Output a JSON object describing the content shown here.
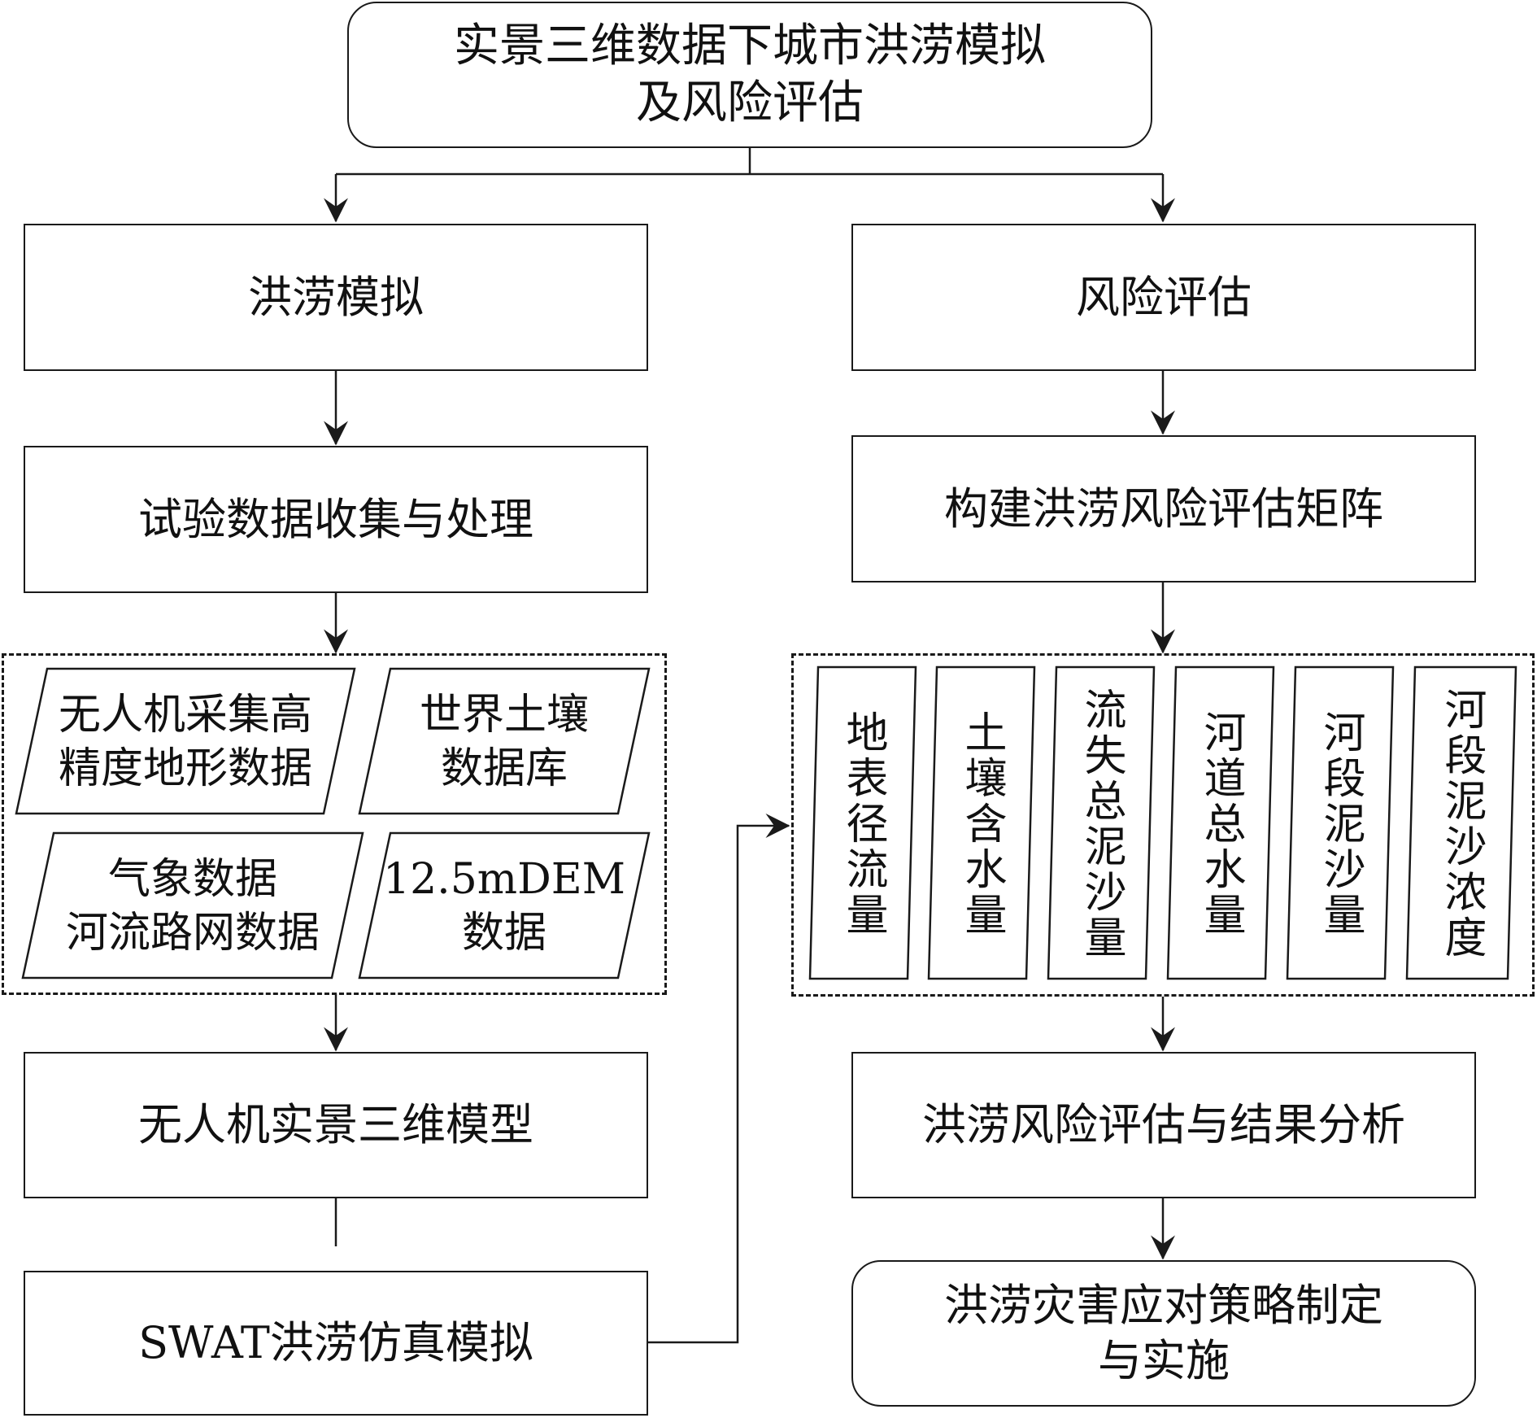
{
  "top": {
    "title": "实景三维数据下城市洪涝模拟\n及风险评估"
  },
  "left": {
    "flood_sim": "洪涝模拟",
    "data_collect": "试验数据收集与处理",
    "data_sources": [
      {
        "label": "无人机采集高\n精度地形数据"
      },
      {
        "label": "世界土壤\n数据库"
      },
      {
        "label": "气象数据\n河流路网数据"
      },
      {
        "label": "12.5mDEM\n数据"
      }
    ],
    "uav_model": "无人机实景三维模型",
    "swat": "SWAT洪涝仿真模拟"
  },
  "right": {
    "risk_eval": "风险评估",
    "matrix": "构建洪涝风险评估矩阵",
    "indicators": [
      {
        "label": "地表径流量"
      },
      {
        "label": "土壤含水量"
      },
      {
        "label": "流失总泥沙量"
      },
      {
        "label": "河道总水量"
      },
      {
        "label": "河段泥沙量"
      },
      {
        "label": "河段泥沙浓度"
      }
    ],
    "analysis": "洪涝风险评估与结果分析",
    "strategy": "洪涝灾害应对策略制定\n与实施"
  },
  "colors": {
    "line": "#1a1a1a",
    "background": "#ffffff"
  }
}
